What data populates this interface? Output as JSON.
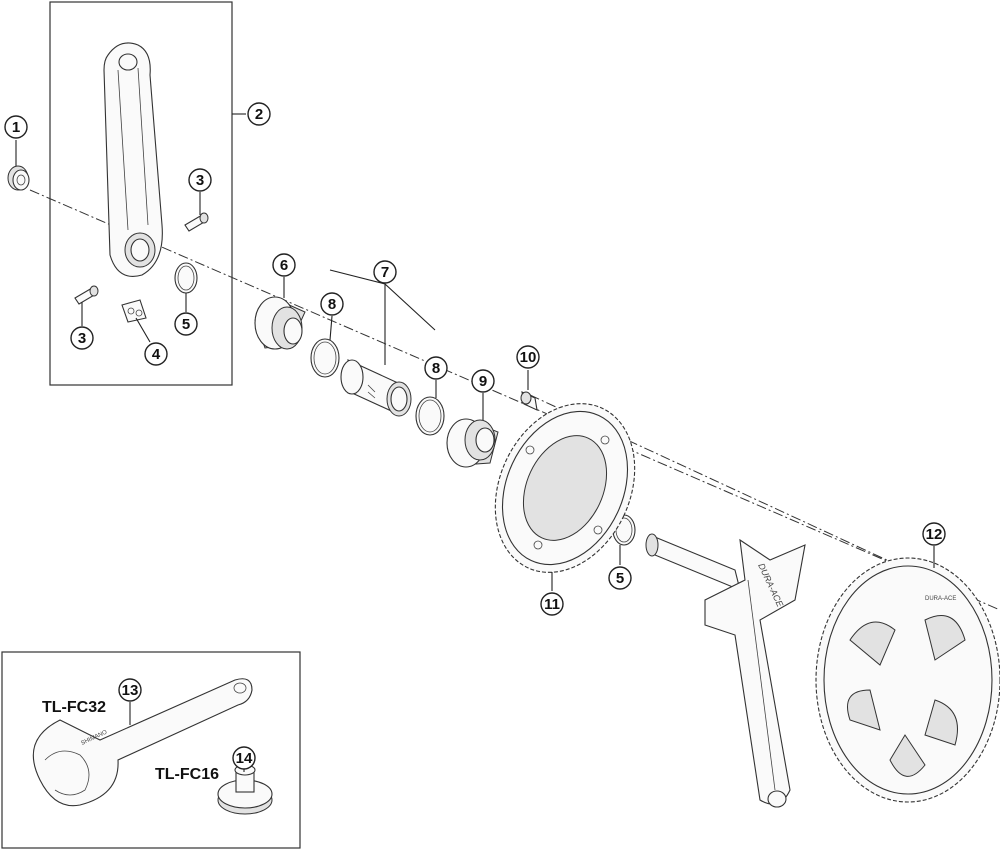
{
  "callouts": [
    "1",
    "2",
    "3",
    "3",
    "4",
    "5",
    "6",
    "7",
    "8",
    "8",
    "9",
    "10",
    "11",
    "5",
    "12",
    "13",
    "14"
  ],
  "tools": {
    "tl_fc32": "TL-FC32",
    "tl_fc16": "TL-FC16"
  },
  "markings": {
    "crank_brand": "DURA-ACE",
    "ring_brand": "DURA-ACE",
    "wrench_brand": "SHIMANO"
  }
}
